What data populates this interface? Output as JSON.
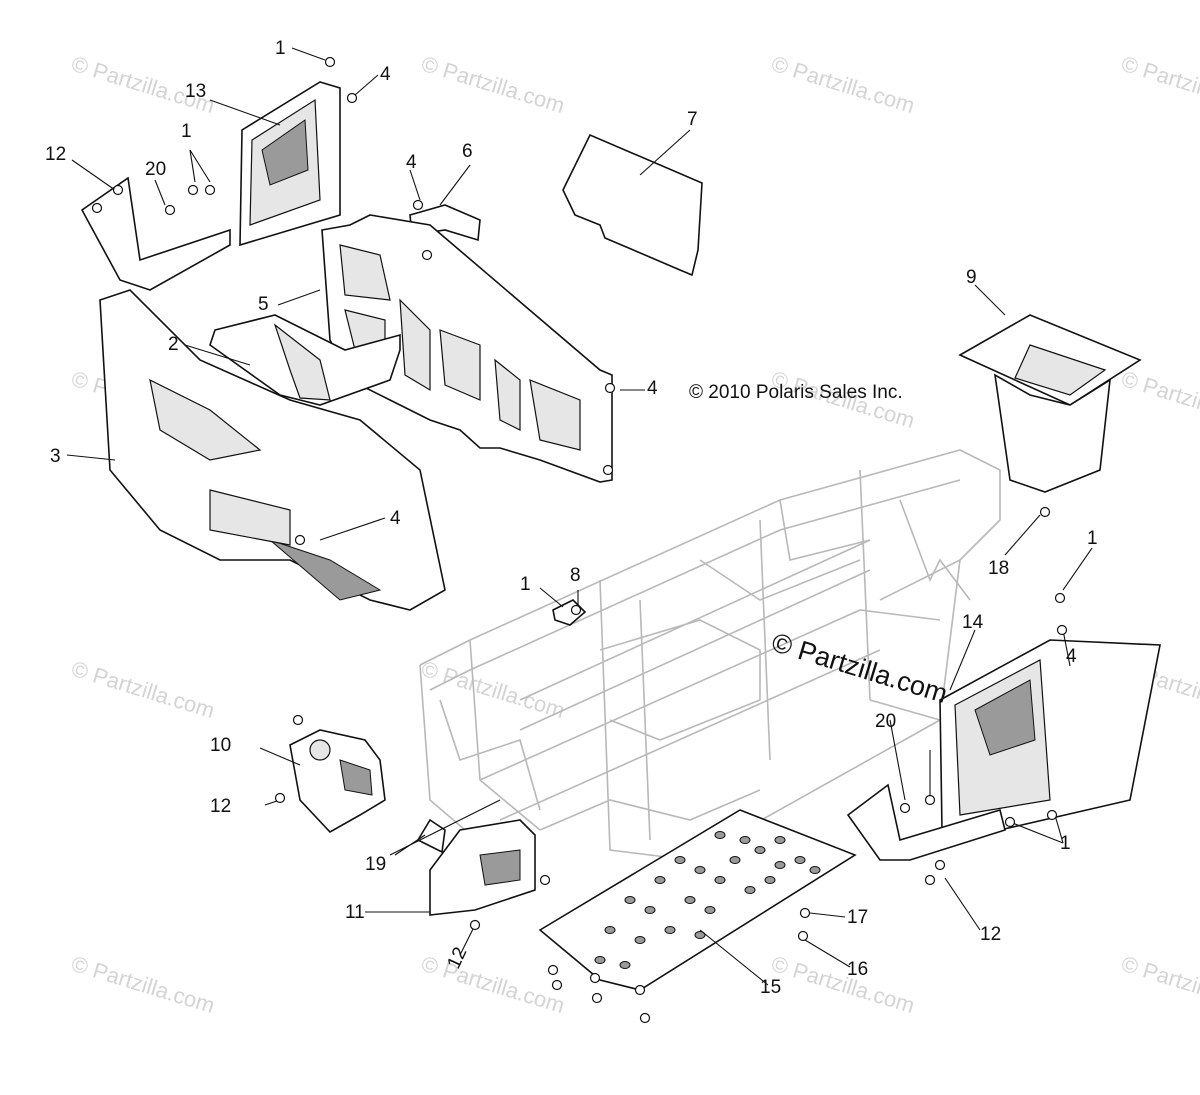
{
  "copyright": "© 2010 Polaris Sales Inc.",
  "watermark": "© Partzilla.com",
  "callouts": [
    {
      "id": "c1a",
      "label": "1"
    },
    {
      "id": "c4a",
      "label": "4"
    },
    {
      "id": "c13",
      "label": "13"
    },
    {
      "id": "c1b",
      "label": "1"
    },
    {
      "id": "c12a",
      "label": "12"
    },
    {
      "id": "c20a",
      "label": "20"
    },
    {
      "id": "c6",
      "label": "6"
    },
    {
      "id": "c7",
      "label": "7"
    },
    {
      "id": "c4b",
      "label": "4"
    },
    {
      "id": "c5",
      "label": "5"
    },
    {
      "id": "c2",
      "label": "2"
    },
    {
      "id": "c9",
      "label": "9"
    },
    {
      "id": "c4c",
      "label": "4"
    },
    {
      "id": "c3",
      "label": "3"
    },
    {
      "id": "c4d",
      "label": "4"
    },
    {
      "id": "c18",
      "label": "18"
    },
    {
      "id": "c1c",
      "label": "1"
    },
    {
      "id": "c1d",
      "label": "1"
    },
    {
      "id": "c8",
      "label": "8"
    },
    {
      "id": "c4e",
      "label": "4"
    },
    {
      "id": "c14",
      "label": "14"
    },
    {
      "id": "c20b",
      "label": "20"
    },
    {
      "id": "c10",
      "label": "10"
    },
    {
      "id": "c12b",
      "label": "12"
    },
    {
      "id": "c1e",
      "label": "1"
    },
    {
      "id": "c19",
      "label": "19"
    },
    {
      "id": "c11",
      "label": "11"
    },
    {
      "id": "c12c",
      "label": "12"
    },
    {
      "id": "c17",
      "label": "17"
    },
    {
      "id": "c16",
      "label": "16"
    },
    {
      "id": "c15",
      "label": "15"
    },
    {
      "id": "c12d",
      "label": "12"
    }
  ]
}
